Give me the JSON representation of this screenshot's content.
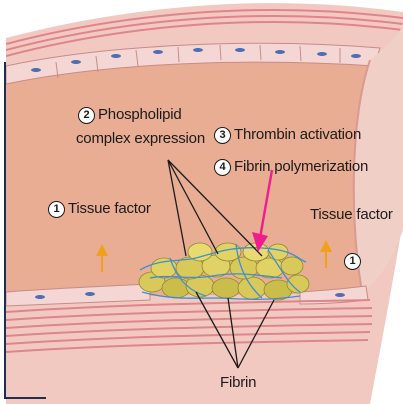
{
  "labels": {
    "tissue_factor_left": {
      "num": "1",
      "text": "Tissue factor"
    },
    "tissue_factor_right": {
      "num": "1",
      "text": "Tissue factor"
    },
    "phospholipid": {
      "num": "2",
      "line1": "Phospholipid",
      "line2": "complex expression"
    },
    "thrombin": {
      "num": "3",
      "text": "Thrombin activation"
    },
    "fibrin_polymerization": {
      "num": "4",
      "text": "Fibrin polymerization"
    },
    "fibrin": "Fibrin"
  },
  "colors": {
    "lumen": "#e8ad93",
    "vessel_wall": "#f2c9c1",
    "muscle_stripe": "#e0848b",
    "endothelium": "#f4d7d4",
    "nucleus": "#4f6db4",
    "clot": "#d9c95a",
    "fibrin_strand": "#3e8fd0",
    "thrombin_arrow": "#f01d8f",
    "tissue_factor_arrow": "#f0a11a"
  }
}
